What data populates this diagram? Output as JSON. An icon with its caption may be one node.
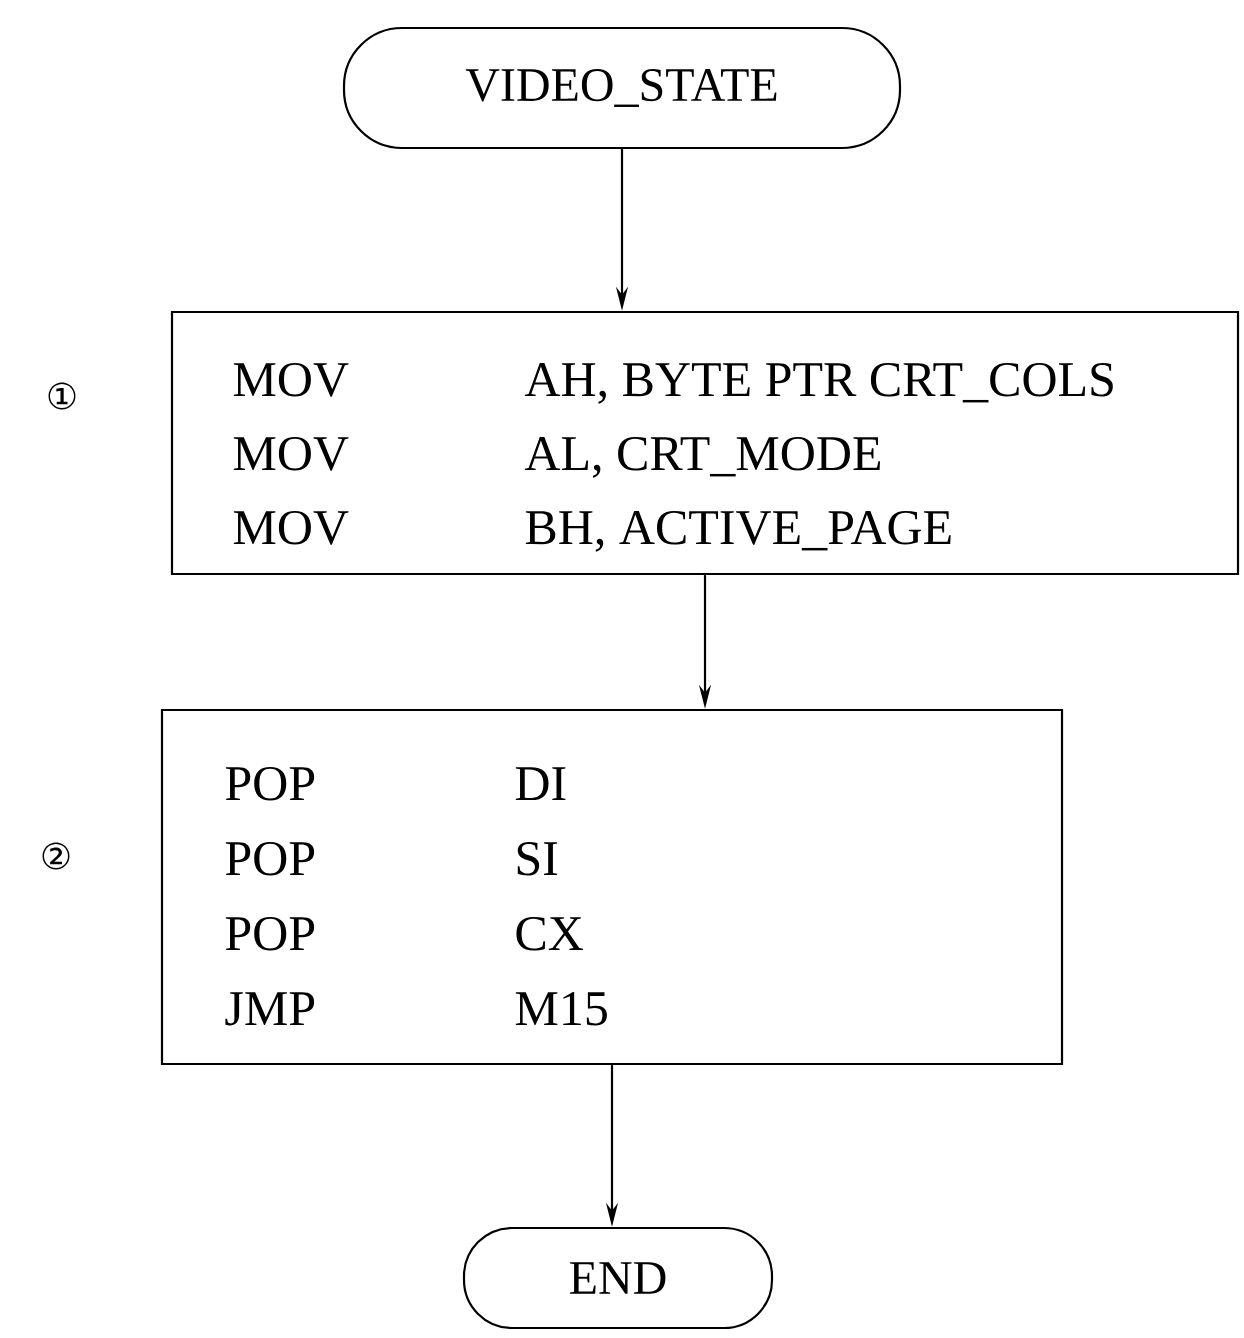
{
  "diagram": {
    "nodes": [
      {
        "text": [
          "VIDEO_STATE"
        ]
      },
      {
        "text": [
          "MOV",
          "AH, BYTE PTR CRT_COLS",
          "MOV",
          "AL, CRT_MODE",
          "MOV",
          "BH, ACTIVE_PAGE"
        ],
        "beside": [
          "①"
        ]
      },
      {
        "text": [
          "POP",
          "DI",
          "POP",
          "SI",
          "POP",
          "CX",
          "JMP",
          "M15"
        ],
        "beside": [
          "②"
        ]
      },
      {
        "text": [
          "END"
        ]
      }
    ],
    "edges": [
      {
        "from": 0,
        "to": 1,
        "arrow": "to"
      },
      {
        "from": 1,
        "to": 2,
        "arrow": "to"
      },
      {
        "from": 2,
        "to": 3,
        "arrow": "to"
      }
    ]
  }
}
